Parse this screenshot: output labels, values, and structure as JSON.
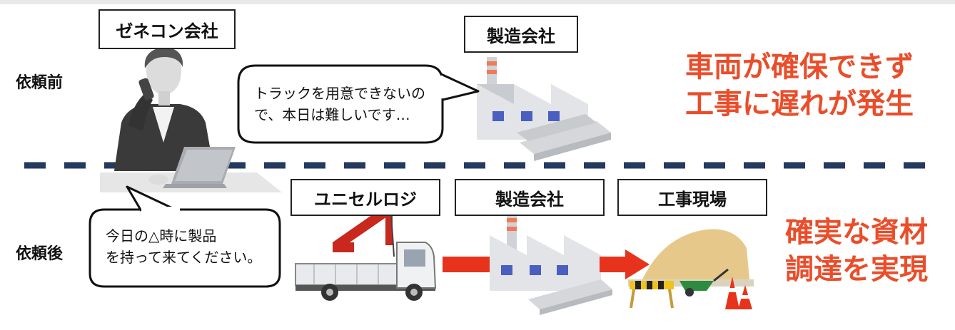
{
  "labels": {
    "before": "依頼前",
    "after": "依頼後"
  },
  "boxes": {
    "general_contractor": "ゼネコン会社",
    "manufacturer_top": "製造会社",
    "unicell_logi": "ユニセルロジ",
    "manufacturer_bottom": "製造会社",
    "construction_site": "工事現場"
  },
  "bubbles": {
    "manufacturer_reply_line1": "トラックを用意できないの",
    "manufacturer_reply_line2": "で、本日は難しいです…",
    "contractor_request_line1": "今日の△時に製品",
    "contractor_request_line2": "を持って来てください。"
  },
  "callouts": {
    "problem_line1": "車両が確保できず",
    "problem_line2": "工事に遅れが発生",
    "solution_line1": "確実な資材",
    "solution_line2": "調達を実現"
  },
  "colors": {
    "accent_red": "#ea4d2a",
    "divider_navy": "#243a5e"
  },
  "icons": {
    "person": "businessman-on-phone-icon",
    "factory": "factory-icon",
    "truck": "crane-truck-icon",
    "site": "construction-site-icon"
  }
}
